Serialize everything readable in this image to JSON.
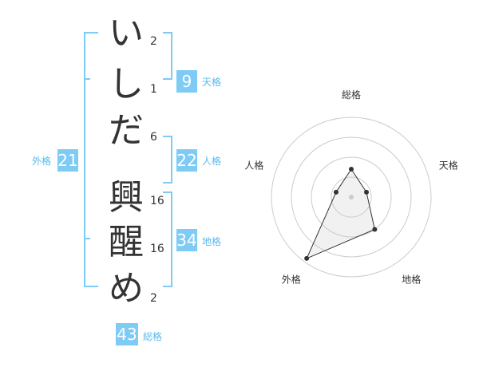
{
  "name": {
    "characters": [
      {
        "char": "い",
        "strokes": "2"
      },
      {
        "char": "し",
        "strokes": "1"
      },
      {
        "char": "だ",
        "strokes": "6"
      },
      {
        "char": "興",
        "strokes": "16"
      },
      {
        "char": "醒",
        "strokes": "16"
      },
      {
        "char": "め",
        "strokes": "2"
      }
    ]
  },
  "fortune": {
    "tenkaku": {
      "value": "9",
      "label": "天格"
    },
    "jinkaku": {
      "value": "22",
      "label": "人格"
    },
    "chikaku": {
      "value": "34",
      "label": "地格"
    },
    "gaikaku": {
      "value": "21",
      "label": "外格"
    },
    "soukaku": {
      "value": "43",
      "label": "総格"
    }
  },
  "colors": {
    "accent": "#7ecbf5",
    "label": "#5ab8ec",
    "text": "#333333",
    "ring": "#cccccc"
  },
  "chart_data": {
    "type": "radar",
    "axes": [
      "総格",
      "天格",
      "地格",
      "外格",
      "人格"
    ],
    "values": [
      0.35,
      0.2,
      0.5,
      0.95,
      0.2
    ],
    "rings": 4
  }
}
